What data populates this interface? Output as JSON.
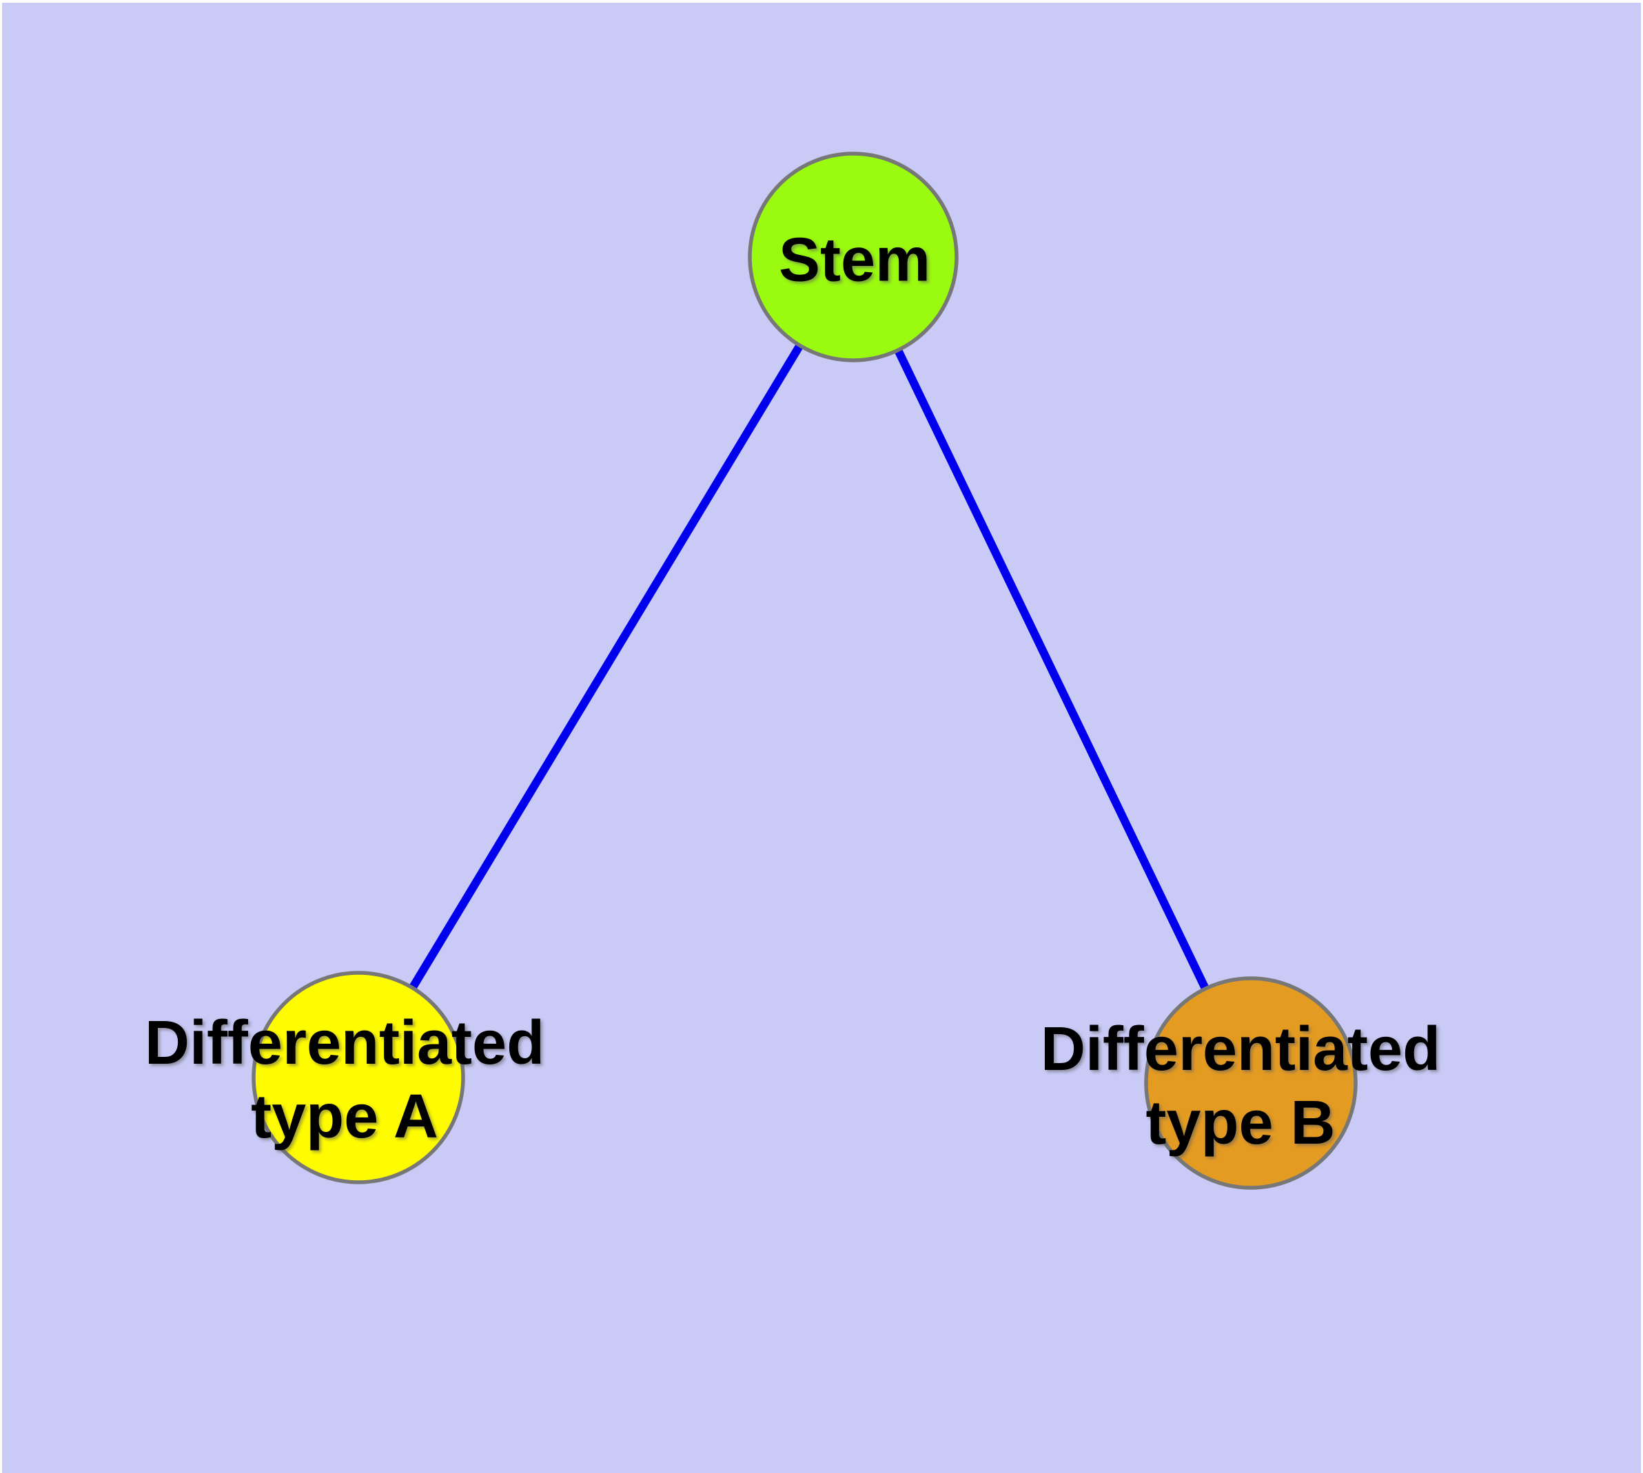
{
  "diagram": {
    "type": "graph",
    "background_color": "#C9CAF6",
    "frame_color": "#FFFFFF",
    "edge_color": "#0000EE",
    "node_border_color": "#777777",
    "label_color": "#000000",
    "nodes": {
      "stem": {
        "label": "Stem",
        "fill": "#9AFA10"
      },
      "type_a": {
        "label_line1": "Differentiated",
        "label_line2": "type A",
        "fill": "#FFFB00"
      },
      "type_b": {
        "label_line1": "Differentiated",
        "label_line2": "type B",
        "fill": "#E49B22"
      }
    },
    "edges": [
      {
        "from": "Stem",
        "to": "Differentiated type A"
      },
      {
        "from": "Stem",
        "to": "Differentiated type B"
      }
    ]
  }
}
